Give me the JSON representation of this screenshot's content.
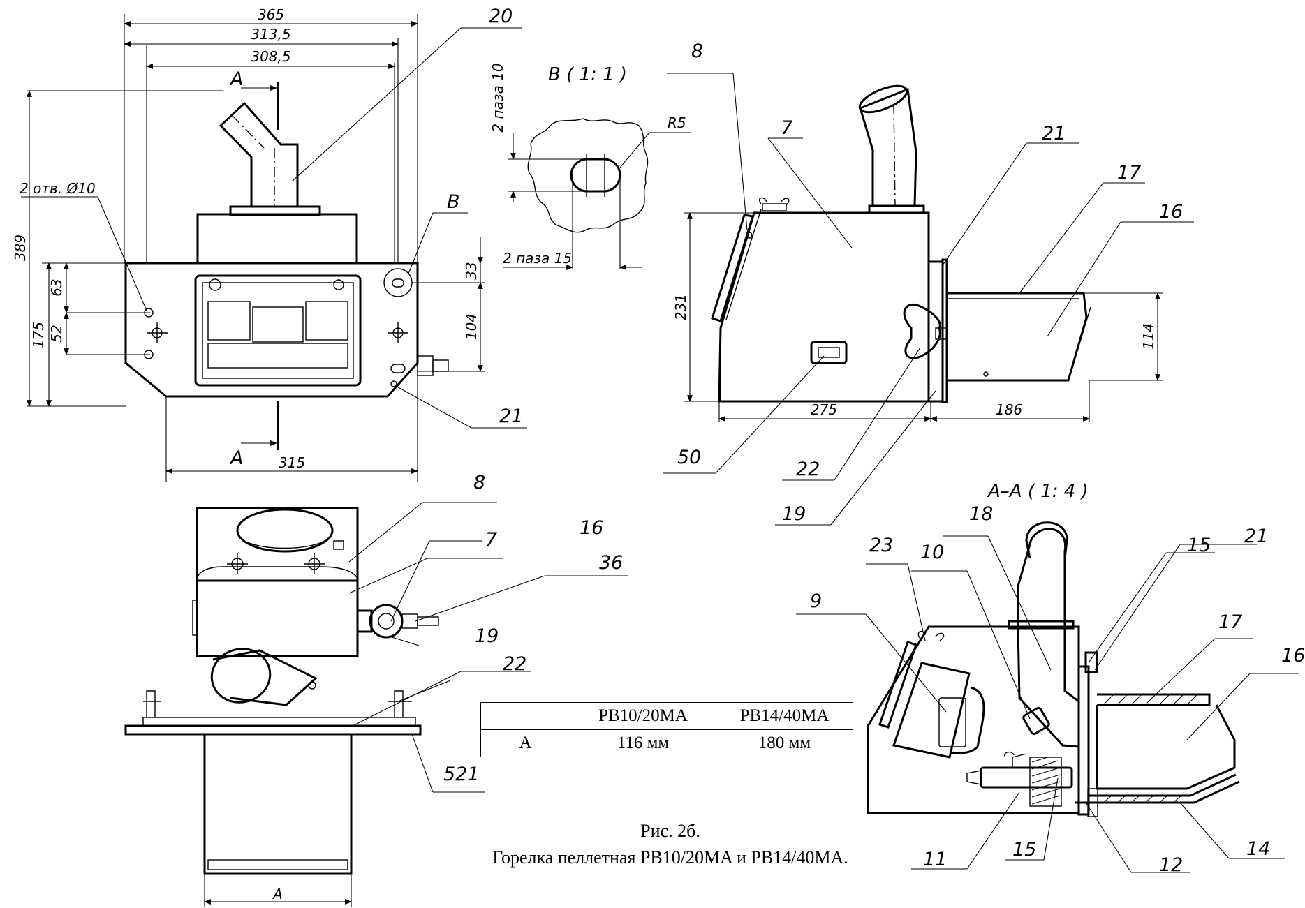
{
  "callouts": {
    "v1_20": "20",
    "v1_21": "21",
    "v1_B": "B",
    "vB_8": "8",
    "v2_7": "7",
    "v2_21": "21",
    "v2_17": "17",
    "v2_16": "16",
    "v2_50": "50",
    "v2_22": "22",
    "v2_19": "19",
    "v3_8": "8",
    "v3_7": "7",
    "v3_16": "16",
    "v3_36": "36",
    "v3_19": "19",
    "v3_22": "22",
    "v3_521": "521",
    "v4_18": "18",
    "v4_23": "23",
    "v4_10": "10",
    "v4_15a": "15",
    "v4_21": "21",
    "v4_9": "9",
    "v4_17": "17",
    "v4_16": "16",
    "v4_11": "11",
    "v4_15b": "15",
    "v4_12": "12",
    "v4_14": "14"
  },
  "dimensions": {
    "d365": "365",
    "d313_5": "313,5",
    "d308_5": "308,5",
    "d389": "389",
    "d175": "175",
    "d63": "63",
    "d52": "52",
    "d33": "33",
    "d104": "104",
    "d315": "315",
    "d231": "231",
    "d275": "275",
    "d186": "186",
    "d114": "114",
    "dA": "A"
  },
  "notes": {
    "holes": "2 отв. Ø10",
    "slot10": "2 паза 10",
    "slot15": "2 паза 15",
    "r5": "R5",
    "sectionA_top": "A",
    "sectionA_bottom": "A"
  },
  "titles": {
    "detailB": "B ( 1: 1 )",
    "sectionAA": "A–A ( 1: 4 )"
  },
  "table": {
    "header": [
      "",
      "PB10/20MA",
      "PB14/40MA"
    ],
    "rows": [
      [
        "A",
        "116 мм",
        "180 мм"
      ]
    ]
  },
  "caption": {
    "line1": "Рис. 2б.",
    "line2": "Горелка пеллетная PB10/20MA и PB14/40MA."
  }
}
